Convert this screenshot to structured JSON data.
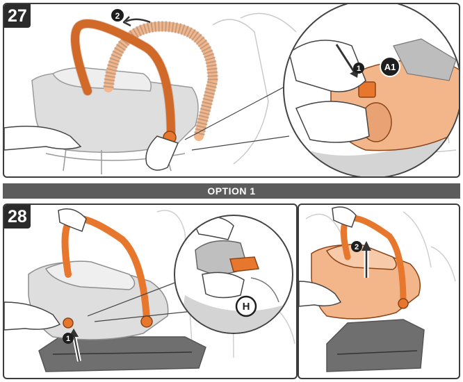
{
  "steps": {
    "step27": {
      "number": "27"
    },
    "step28": {
      "number": "28"
    }
  },
  "section": {
    "option_label": "OPTION 1"
  },
  "callouts": {
    "step27_arrow_1": "1",
    "step27_arrow_2": "2",
    "step27_part": "A1",
    "step28_arrow_1": "1",
    "step28_part": "H",
    "step28_arrow_2": "2"
  },
  "colors": {
    "accent_orange": "#e8772e",
    "light_orange": "#f3b58a",
    "seat_grey": "#d9d9d9",
    "line_grey": "#9a9a9a",
    "badge_dark": "#2b2b2b",
    "bar_grey": "#5c5c5c"
  }
}
